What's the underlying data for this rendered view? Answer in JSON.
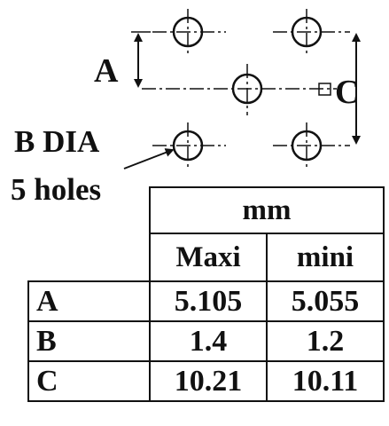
{
  "drawing": {
    "dim_a_label": "A",
    "dim_c_label": "C",
    "square_symbol": "□",
    "callout_line1": "B DIA",
    "callout_line2": "5 holes"
  },
  "table": {
    "unit": "mm",
    "columns": [
      "Maxi",
      "mini"
    ],
    "rows": [
      {
        "label": "A",
        "values": [
          "5.105",
          "5.055"
        ]
      },
      {
        "label": "B",
        "values": [
          "1.4",
          "1.2"
        ]
      },
      {
        "label": "C",
        "values": [
          "10.21",
          "10.11"
        ]
      }
    ]
  }
}
